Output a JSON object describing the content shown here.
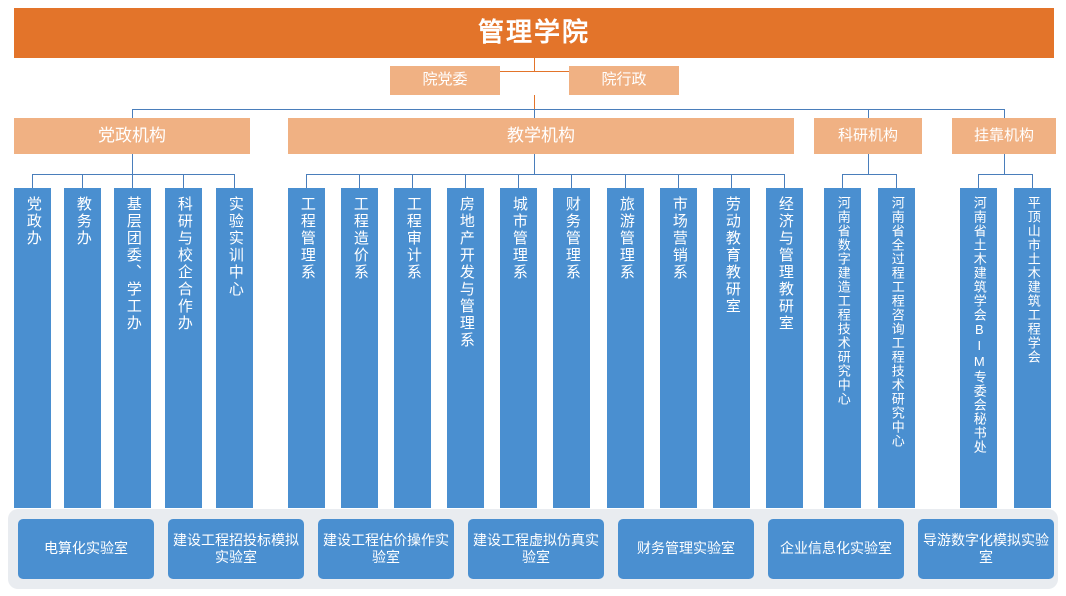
{
  "diagram": {
    "title": "管理学院",
    "committees": [
      {
        "label": "院党委"
      },
      {
        "label": "院行政"
      }
    ],
    "categories": [
      {
        "id": "dangzheng",
        "label": "党政机构"
      },
      {
        "id": "jiaoxue",
        "label": "教学机构"
      },
      {
        "id": "keyan",
        "label": "科研机构"
      },
      {
        "id": "guakao",
        "label": "挂靠机构"
      }
    ],
    "units": {
      "dangzheng": [
        "党政办",
        "教务办",
        "基层团委、学工办",
        "科研与校企合作办",
        "实验实训中心"
      ],
      "jiaoxue": [
        "工程管理系",
        "工程造价系",
        "工程审计系",
        "房地产开发与管理系",
        "城市管理系",
        "财务管理系",
        "旅游管理系",
        "市场营销系",
        "劳动教育教研室",
        "经济与管理教研室"
      ],
      "keyan": [
        "河南省数字建造工程技术研究中心",
        "河南省全过程工程咨询工程技术研究中心"
      ],
      "guakao": [
        "河南省土木建筑学会BIM专委会秘书处",
        "平顶山市土木建筑工程学会"
      ]
    },
    "labs": [
      "电算化实验室",
      "建设工程招投标模拟实验室",
      "建设工程估价操作实验室",
      "建设工程虚拟仿真实验室",
      "财务管理实验室",
      "企业信息化实验室",
      "导游数字化模拟实验室"
    ],
    "colors": {
      "title": "#E3742A",
      "category": "#F0B183",
      "unit": "#4A8FD0",
      "strip": "#E9ECF0",
      "connector": "#4A7EBB"
    }
  }
}
